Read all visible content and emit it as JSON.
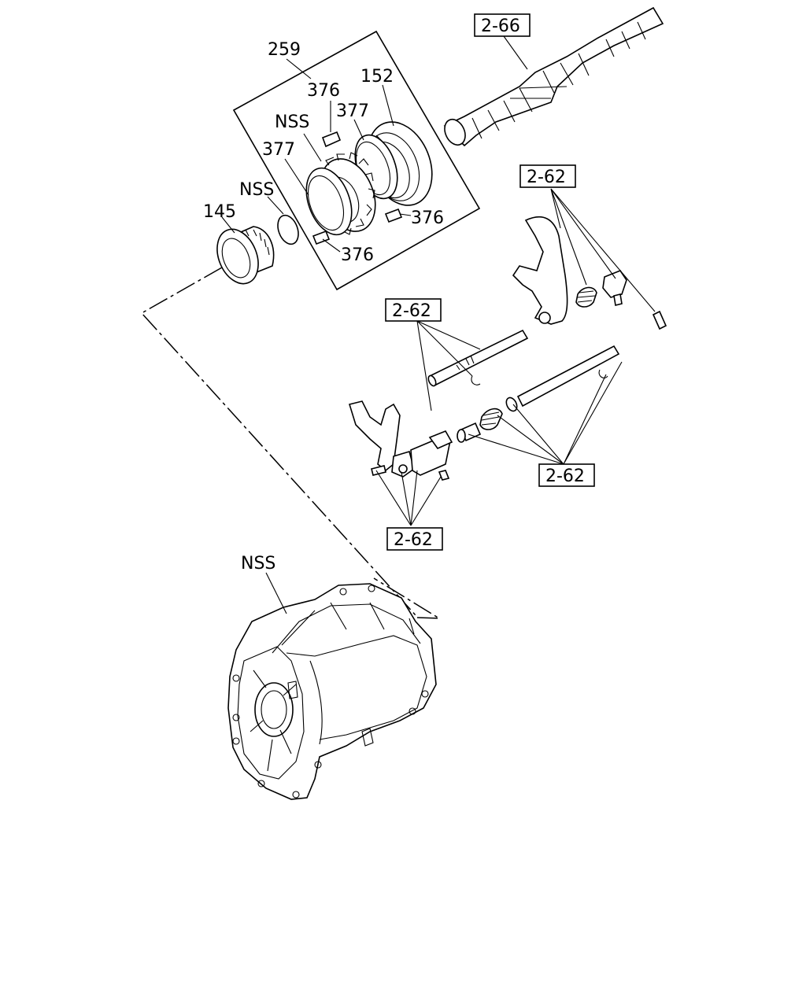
{
  "labels": {
    "kit_259": "259",
    "sleeve_152": "152",
    "key_376_top": "376",
    "ring_377_top": "377",
    "hub_nss": "NSS",
    "ring_377_left": "377",
    "key_376_right": "376",
    "key_376_bottom": "376",
    "snapring_nss": "NSS",
    "bearing_145": "145",
    "housing_nss": "NSS"
  },
  "refs": {
    "mainshaft": "2-66",
    "fork_upper": "2-62",
    "rail_upper": "2-62",
    "rail_lower": "2-62",
    "fork_lower": "2-62"
  }
}
